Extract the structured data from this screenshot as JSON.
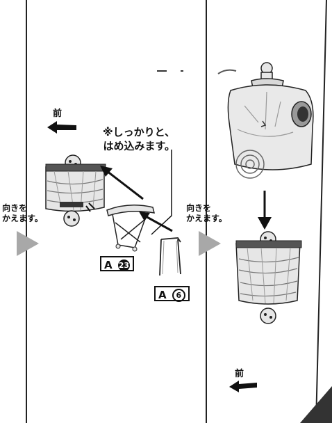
{
  "notes": {
    "press_in": "※しっかりと、\nはめ込みます。",
    "turn_left": "向きを\nかえます。",
    "turn_right": "向きを\nかえます。"
  },
  "front_labels": {
    "top": "前",
    "bottom": "前"
  },
  "parts": {
    "part_a23": {
      "letter": "A",
      "number": "23"
    },
    "part_a6": {
      "letter": "A",
      "number": "6"
    }
  },
  "colors": {
    "line": "#222222",
    "gray_triangle": "#a8a8a8",
    "part_fill": "#e6e6e6",
    "part_shade": "#9a9a9a"
  }
}
